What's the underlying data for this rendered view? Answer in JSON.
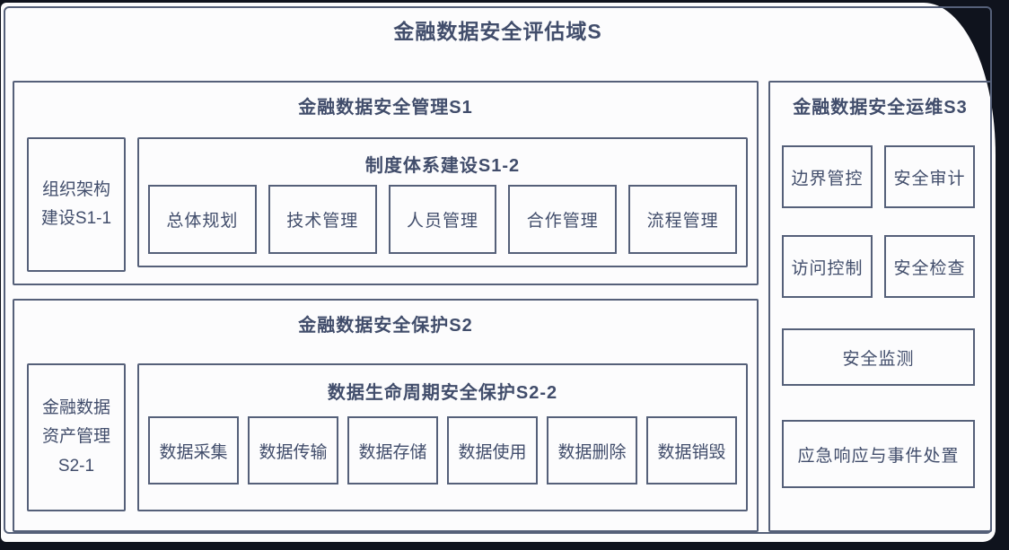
{
  "diagram": {
    "title": "金融数据安全评估域S",
    "colors": {
      "border": "#556079",
      "text": "#414d6b",
      "page_bg": "#fcfcfd",
      "outside_bg": "#0f131d"
    },
    "s1": {
      "title": "金融数据安全管理S1",
      "side_label": "组织架构建设S1-1",
      "sub": {
        "title": "制度体系建设S1-2",
        "items": [
          "总体规划",
          "技术管理",
          "人员管理",
          "合作管理",
          "流程管理"
        ]
      }
    },
    "s2": {
      "title": "金融数据安全保护S2",
      "side_label": "金融数据资产管理S2-1",
      "sub": {
        "title": "数据生命周期安全保护S2-2",
        "items": [
          "数据采集",
          "数据传输",
          "数据存储",
          "数据使用",
          "数据删除",
          "数据销毁"
        ]
      }
    },
    "s3": {
      "title": "金融数据安全运维S3",
      "row1": [
        "边界管控",
        "安全审计"
      ],
      "row2": [
        "访问控制",
        "安全检查"
      ],
      "wide1": "安全监测",
      "wide2": "应急响应与事件处置"
    }
  }
}
